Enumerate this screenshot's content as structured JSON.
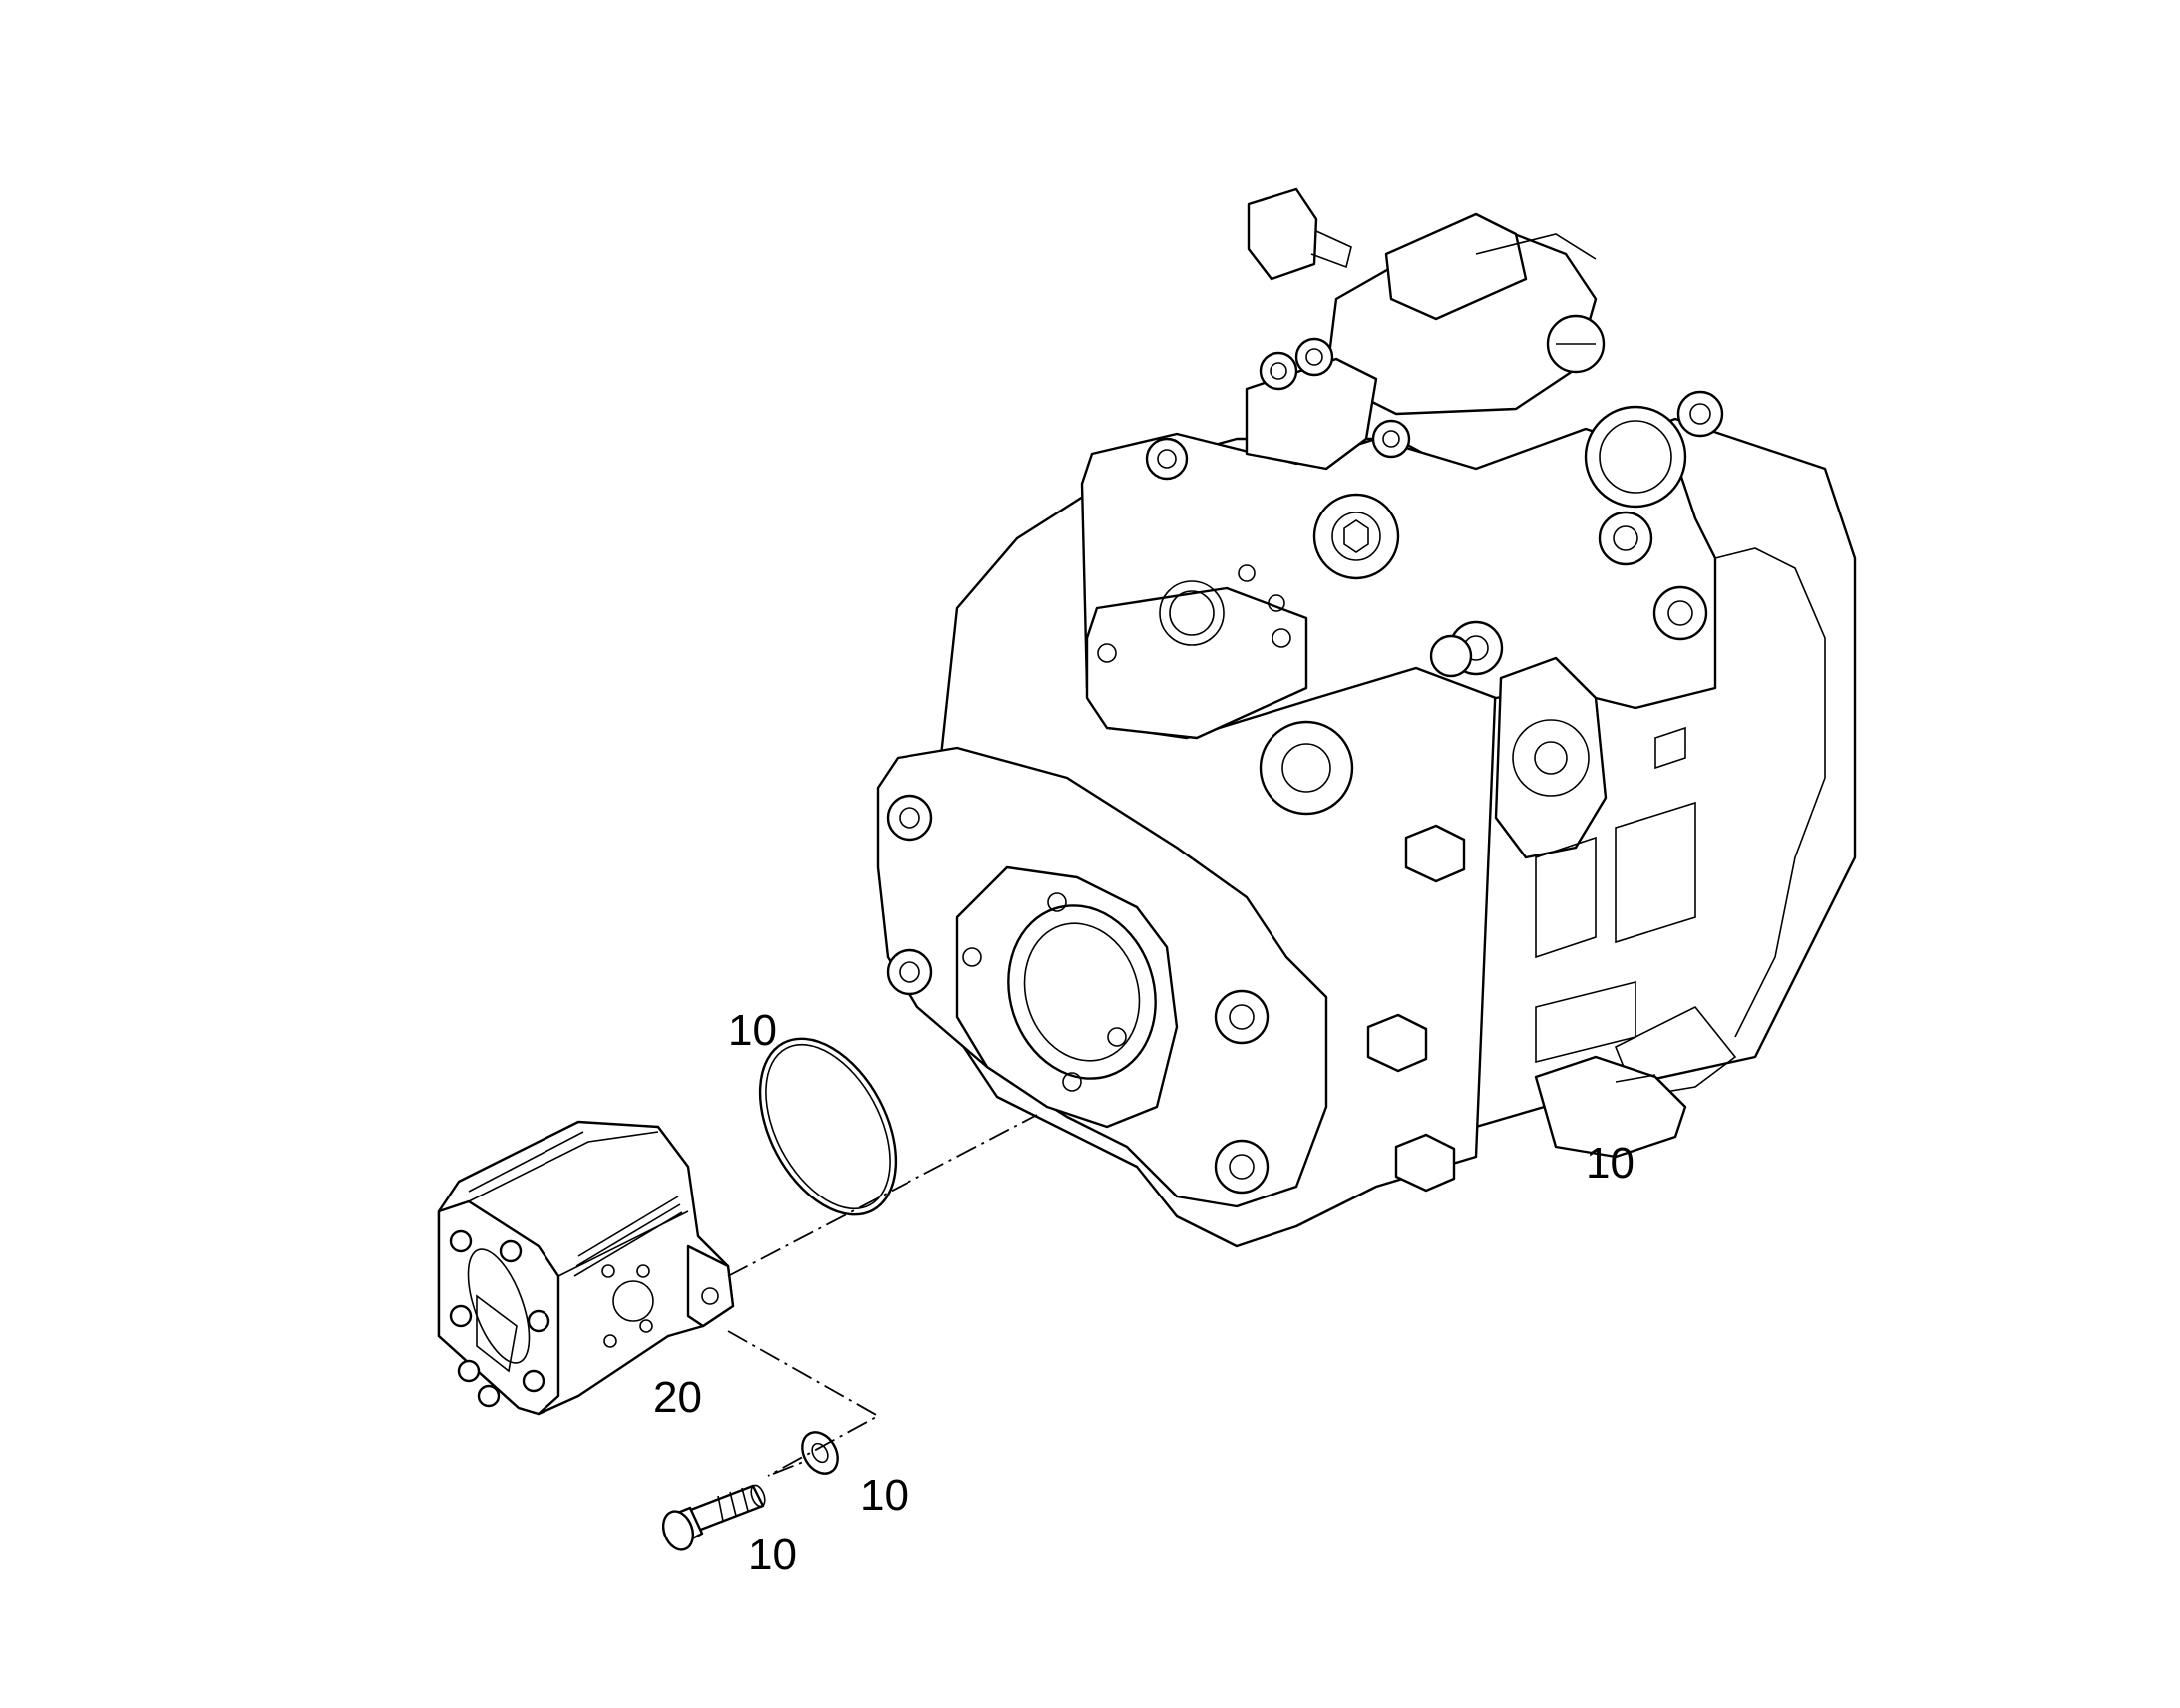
{
  "callouts": {
    "oring": "10",
    "main_pump": "10",
    "gear_pump": "20",
    "washer": "10",
    "bolt": "10"
  }
}
